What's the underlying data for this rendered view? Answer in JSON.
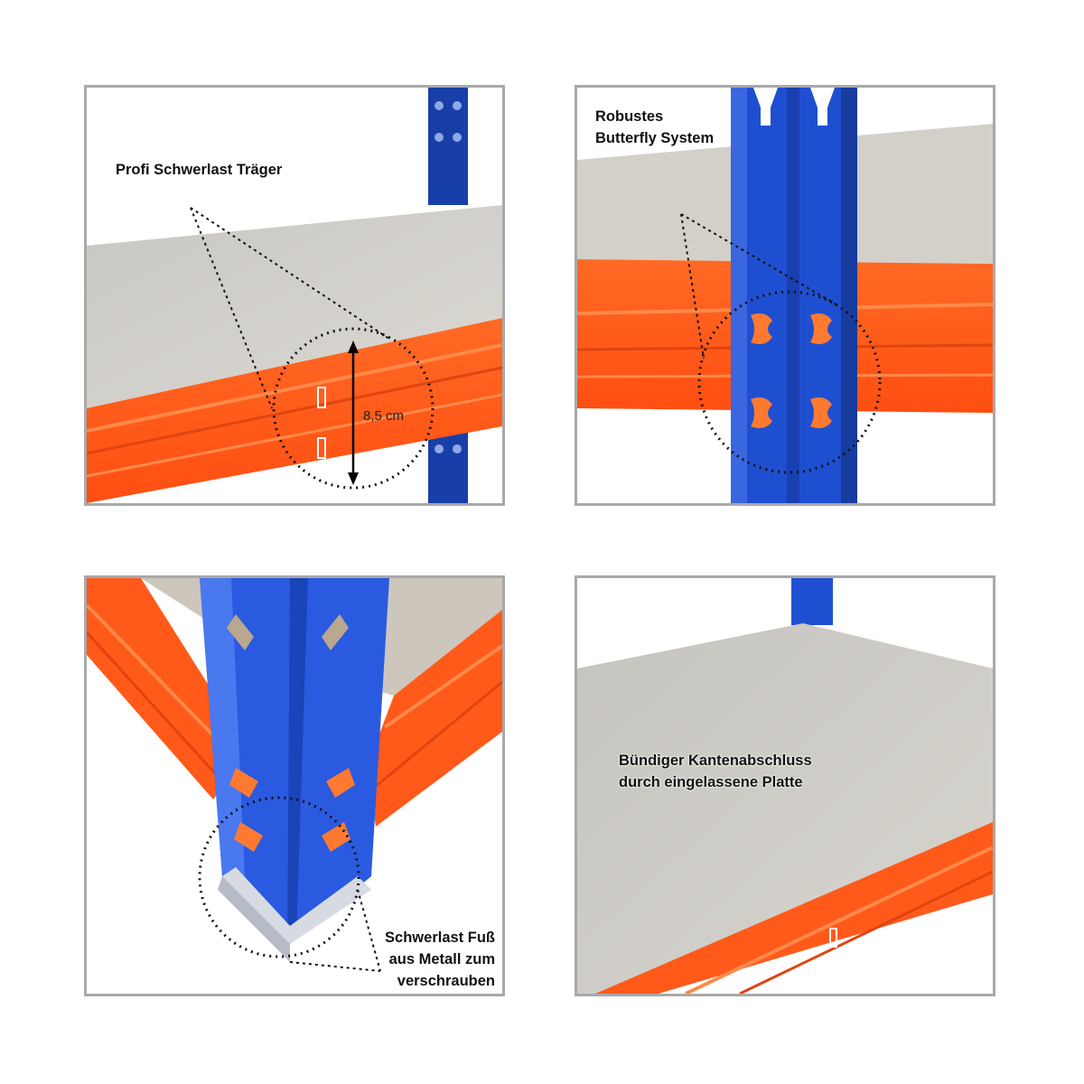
{
  "colors": {
    "upright_blue": "#1f4fd1",
    "beam_orange": "#ff5a1a",
    "board_grey": "#cfccc6",
    "frame_grey": "#a9a9a9"
  },
  "panels": [
    {
      "id": "top-left",
      "caption_lines": [
        "Profi Schwerlast Träger"
      ],
      "measurement": "8,5 cm"
    },
    {
      "id": "top-right",
      "caption_lines": [
        "Robustes",
        "Butterfly System"
      ]
    },
    {
      "id": "bottom-left",
      "caption_lines": [
        "Schwerlast Fuß",
        "aus Metall zum",
        "verschrauben"
      ]
    },
    {
      "id": "bottom-right",
      "caption_lines": [
        "Bündiger Kantenabschluss",
        "durch eingelassene Platte"
      ]
    }
  ]
}
